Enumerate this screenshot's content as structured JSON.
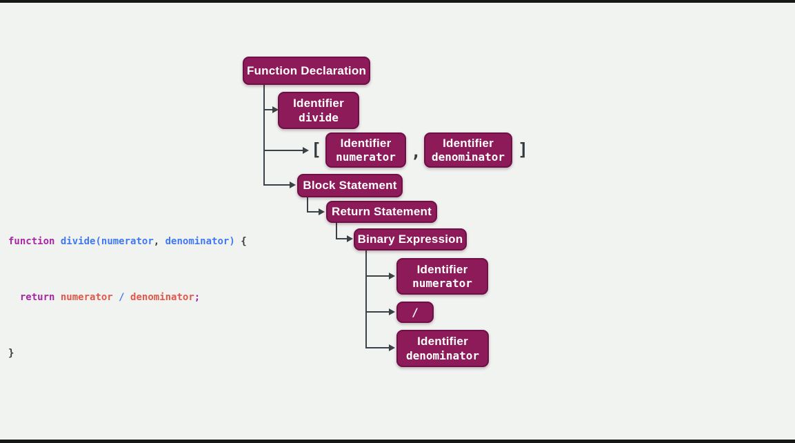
{
  "colors": {
    "background": "#f1f3f0",
    "letterbox": "#161616",
    "node_fill": "#8d1a59",
    "node_border": "#6e0f45",
    "node_text": "#ffffff",
    "connector": "#3b4247",
    "code_keyword": "#a626a4",
    "code_function_and_operator": "#4078f2",
    "code_variable": "#e45649",
    "code_punctuation": "#383a42"
  },
  "code": {
    "lines": [
      {
        "tokens": [
          {
            "t": "function"
          },
          {
            "t": " "
          },
          {
            "t": "divide"
          },
          {
            "t": "("
          },
          {
            "t": "numerator"
          },
          {
            "t": ", "
          },
          {
            "t": "denominator"
          },
          {
            "t": ")"
          },
          {
            "t": " {"
          }
        ]
      },
      {
        "tokens": [
          {
            "t": "  "
          },
          {
            "t": "return"
          },
          {
            "t": " "
          },
          {
            "t": "numerator"
          },
          {
            "t": " "
          },
          {
            "t": "/"
          },
          {
            "t": " "
          },
          {
            "t": "denominator"
          },
          {
            "t": ";"
          }
        ]
      },
      {
        "tokens": [
          {
            "t": "}"
          }
        ]
      }
    ]
  },
  "tree": {
    "nodes": [
      {
        "label": "Function Declaration"
      },
      {
        "type": "Identifier",
        "name": "divide"
      },
      {
        "type": "Identifier",
        "name": "numerator"
      },
      {
        "type": "Identifier",
        "name": "denominator"
      },
      {
        "label": "Block Statement"
      },
      {
        "label": "Return Statement"
      },
      {
        "label": "Binary Expression"
      },
      {
        "type": "Identifier",
        "name": "numerator"
      },
      {
        "label": "/"
      },
      {
        "type": "Identifier",
        "name": "denominator"
      }
    ],
    "punctuation": {
      "open_bracket": "[",
      "comma": ",",
      "close_bracket": "]"
    }
  }
}
